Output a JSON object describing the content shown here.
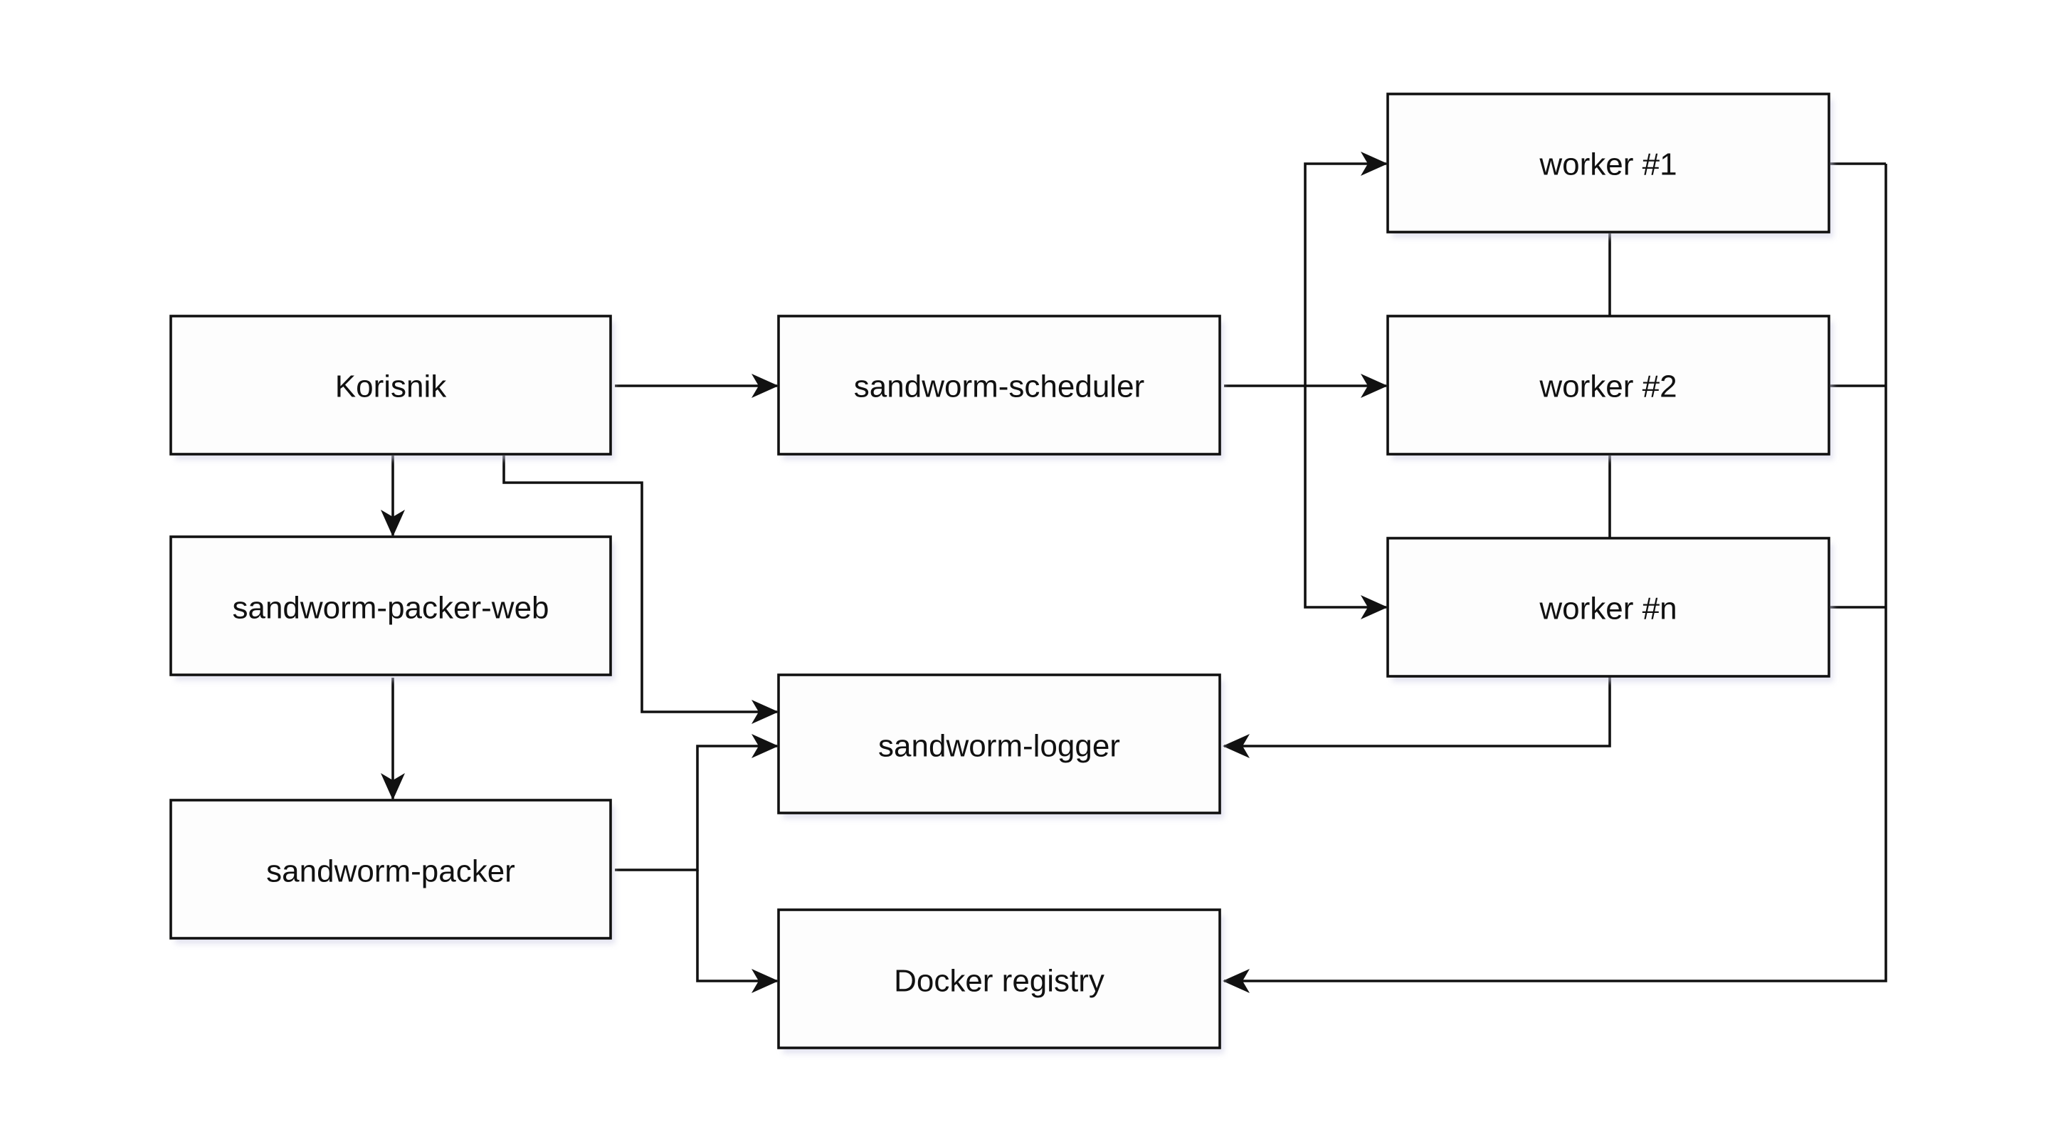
{
  "nodes": {
    "korisnik": "Korisnik",
    "packer_web": "sandworm-packer-web",
    "packer": "sandworm-packer",
    "scheduler": "sandworm-scheduler",
    "logger": "sandworm-logger",
    "registry": "Docker registry",
    "worker1": "worker #1",
    "worker2": "worker #2",
    "workern": "worker #n"
  },
  "edges": [
    {
      "from": "korisnik",
      "to": "scheduler",
      "arrow": true
    },
    {
      "from": "korisnik",
      "to": "packer_web",
      "arrow": true
    },
    {
      "from": "korisnik",
      "to": "logger",
      "arrow": true
    },
    {
      "from": "packer_web",
      "to": "packer",
      "arrow": true
    },
    {
      "from": "packer",
      "to": "logger",
      "arrow": true
    },
    {
      "from": "packer",
      "to": "registry",
      "arrow": true
    },
    {
      "from": "scheduler",
      "to": "worker1",
      "arrow": true
    },
    {
      "from": "scheduler",
      "to": "worker2",
      "arrow": true
    },
    {
      "from": "scheduler",
      "to": "workern",
      "arrow": true
    },
    {
      "from": "worker1",
      "to": "worker2",
      "arrow": false
    },
    {
      "from": "worker2",
      "to": "workern",
      "arrow": false
    },
    {
      "from": "workern",
      "to": "logger",
      "arrow": true
    },
    {
      "from": "worker1",
      "to": "registry",
      "arrow": true
    },
    {
      "from": "worker2",
      "to": "registry",
      "arrow": true
    },
    {
      "from": "workern",
      "to": "registry",
      "arrow": true
    }
  ],
  "colors": {
    "stroke": "#111111",
    "fill": "#fdfdfd",
    "shadow": "#cfcfe6",
    "background": "#ffffff"
  }
}
